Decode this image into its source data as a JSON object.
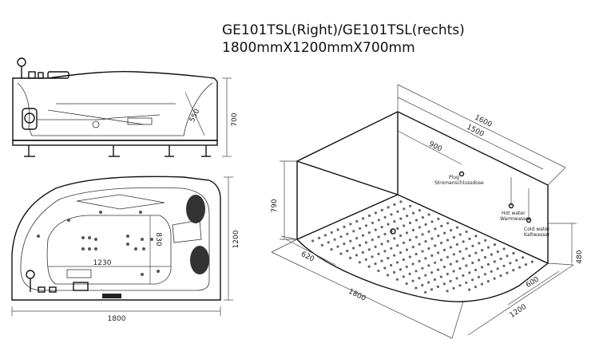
{
  "header": {
    "model": "GE101TSL(Right)/GE101TSL(rechts)",
    "size": "1800mmX1200mmX700mm"
  },
  "side_view": {
    "height_label": "700",
    "seat_label": "550"
  },
  "top_view": {
    "inner_length": "1230",
    "inner_width": "830",
    "total_width": "1200",
    "total_length": "1800"
  },
  "install_view": {
    "d1600": "1600",
    "d1500": "1500",
    "d900": "900",
    "d790": "790",
    "d620": "620",
    "d1800": "1800",
    "d600": "600",
    "d1200": "1200",
    "d480": "480",
    "plug_en": "Plug",
    "plug_de": "Stromanschlussdose",
    "hot_en": "Hot water",
    "hot_de": "Warmwasser",
    "cold_en": "Cold water",
    "cold_de": "Kaltwasser"
  }
}
